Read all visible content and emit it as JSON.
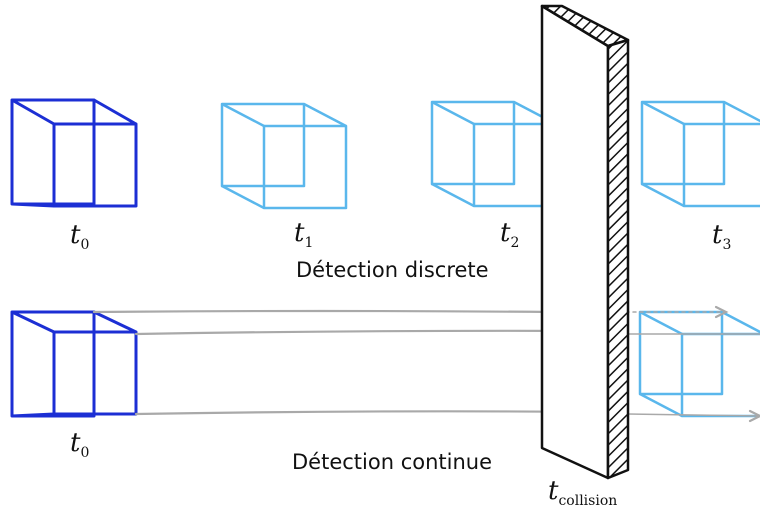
{
  "colors": {
    "cube_dark": "#1c2fd4",
    "cube_light": "#5ab7ec",
    "arrow": "#a9a9a9",
    "wall_edge": "#111111",
    "background": "#ffffff"
  },
  "discrete": {
    "caption": "Détection discrete",
    "labels": [
      {
        "base": "t",
        "sub": "0"
      },
      {
        "base": "t",
        "sub": "1"
      },
      {
        "base": "t",
        "sub": "2"
      },
      {
        "base": "t",
        "sub": "3"
      }
    ]
  },
  "continuous": {
    "caption": "Détection continue",
    "label_t0": {
      "base": "t",
      "sub": "0"
    },
    "label_collision": {
      "base": "t",
      "sub": "collision"
    }
  }
}
